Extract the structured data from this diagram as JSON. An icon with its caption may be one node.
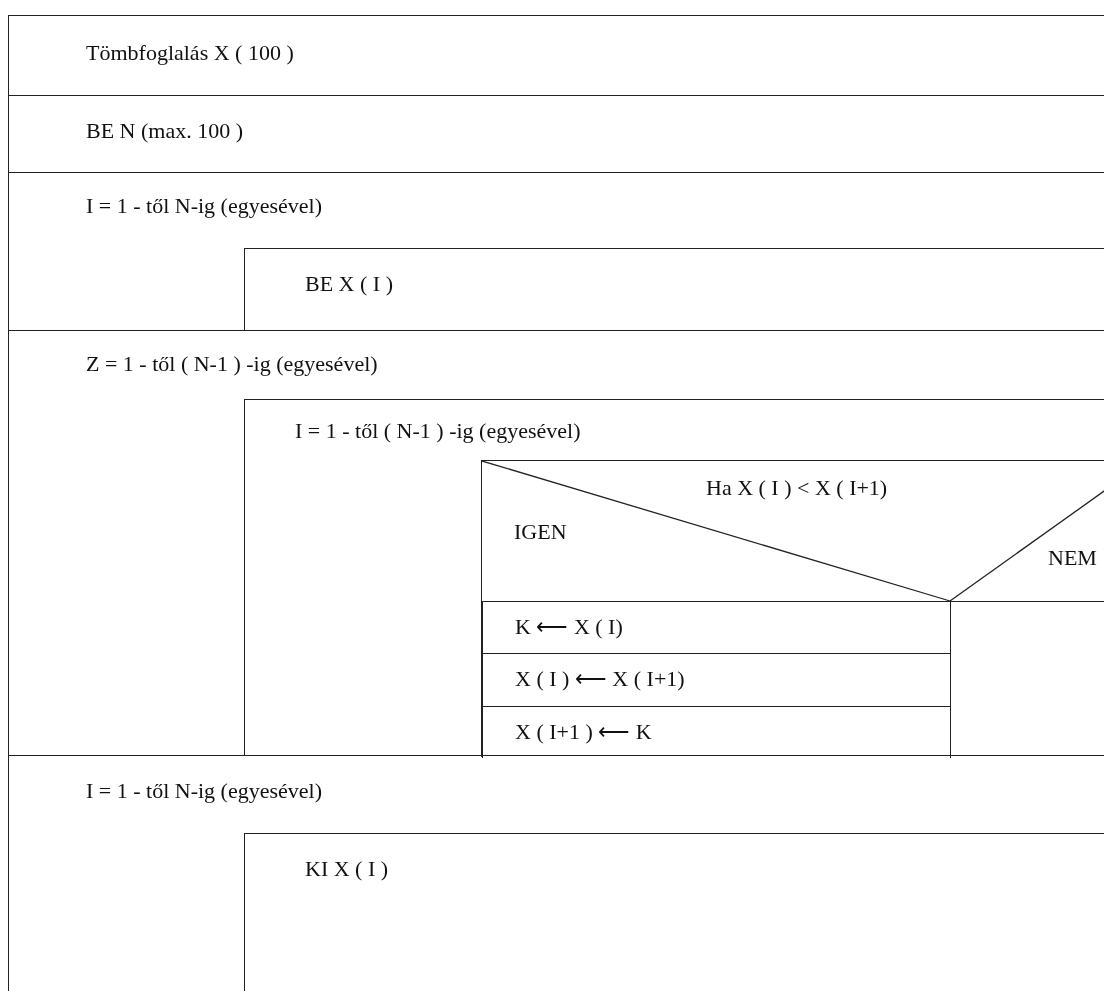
{
  "diagram": {
    "nodes": [
      {
        "text": [
          "Tömbfoglalás X ( 100 )"
        ]
      },
      {
        "text": [
          "BE N (max. 100 )"
        ]
      },
      {
        "text": [
          "I = 1 - től N-ig (egyesével)"
        ]
      },
      {
        "text": [
          "BE X ( I )"
        ],
        "in": 2
      },
      {
        "text": [
          "Z = 1 - től ( N-1 ) -ig (egyesével)"
        ]
      },
      {
        "text": [
          "I = 1 - től ( N-1 ) -ig (egyesével)"
        ],
        "in": 4
      },
      {
        "text": [
          "Ha X ( I ) < X ( I+1)",
          "IGEN",
          "NEM"
        ],
        "in": 5
      },
      {
        "text": [
          "K ⟵ X ( I)"
        ],
        "in": 6
      },
      {
        "text": [
          "X ( I ) ⟵ X ( I+1)"
        ],
        "in": 6
      },
      {
        "text": [
          "X ( I+1 ) ⟵ K"
        ],
        "in": 6
      },
      {
        "text": [],
        "shape": "box",
        "in": 6
      },
      {
        "text": [
          "I = 1 - től N-ig (egyesével)"
        ]
      },
      {
        "text": [
          "KI X ( I )"
        ],
        "in": 11
      }
    ],
    "edges": []
  }
}
